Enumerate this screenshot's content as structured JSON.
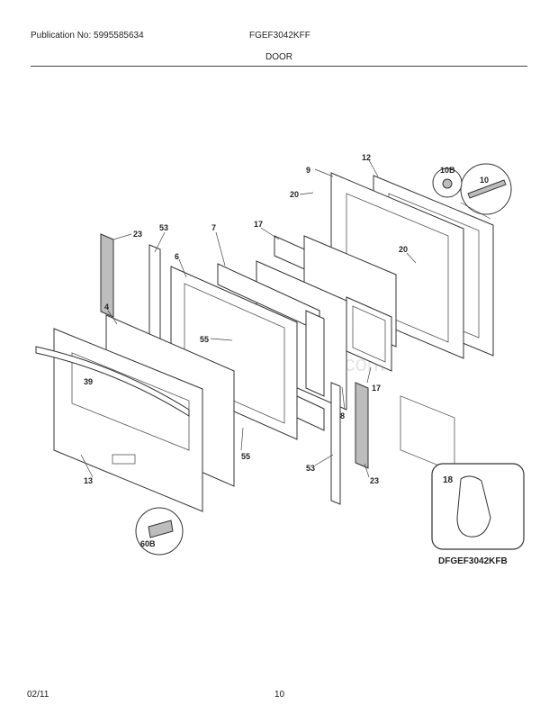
{
  "header": {
    "publication": "Publication No: 5995585634",
    "model": "FGEF3042KFF",
    "section": "DOOR"
  },
  "footer": {
    "date": "02/11",
    "page": "10"
  },
  "watermark": "eReplacementParts.com",
  "callouts": {
    "c9": "9",
    "c12": "12",
    "c10b": "10B",
    "c10": "10",
    "c20a": "20",
    "c20b": "20",
    "c23a": "23",
    "c23b": "23",
    "c53a": "53",
    "c53b": "53",
    "c7": "7",
    "c17a": "17",
    "c17b": "17",
    "c6": "6",
    "c4": "4",
    "c55a": "55",
    "c55b": "55",
    "c39": "39",
    "c13": "13",
    "c8": "8",
    "c60b": "60B"
  },
  "inset": {
    "callout": "18",
    "model": "DFGEF3042KFB"
  }
}
